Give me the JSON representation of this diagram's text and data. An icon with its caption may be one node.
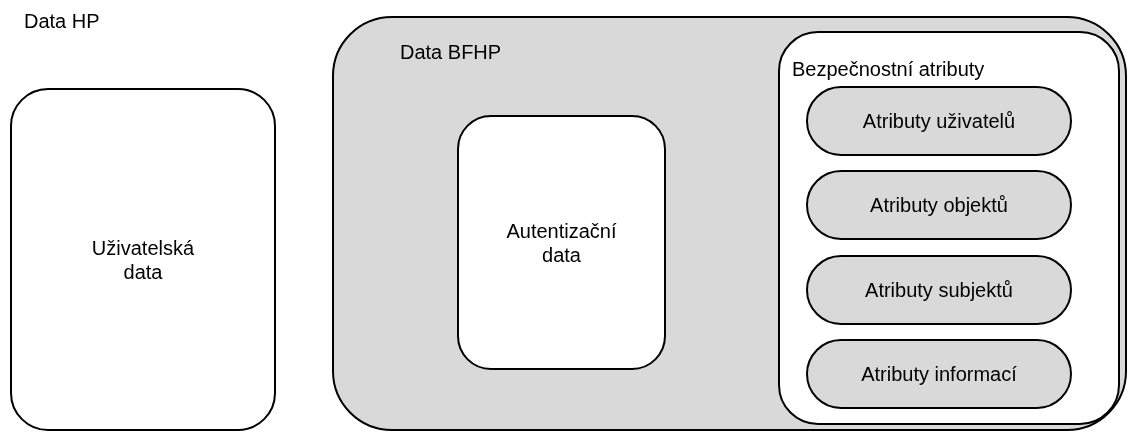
{
  "diagram": {
    "nodes": [
      {
        "text": [
          "Uživatelská data"
        ]
      },
      {
        "text": [
          "Data BFHP"
        ]
      },
      {
        "text": [
          "Autentizační data"
        ],
        "in": 1
      },
      {
        "text": [
          "Bezpečnostní atributy"
        ],
        "in": 1
      },
      {
        "text": [
          "Atributy uživatelů"
        ],
        "in": 3
      },
      {
        "text": [
          "Atributy objektů"
        ],
        "in": 3
      },
      {
        "text": [
          "Atributy subjektů"
        ],
        "in": 3
      },
      {
        "text": [
          "Atributy informací"
        ],
        "in": 3
      }
    ],
    "labels": [
      "Data HP"
    ]
  }
}
